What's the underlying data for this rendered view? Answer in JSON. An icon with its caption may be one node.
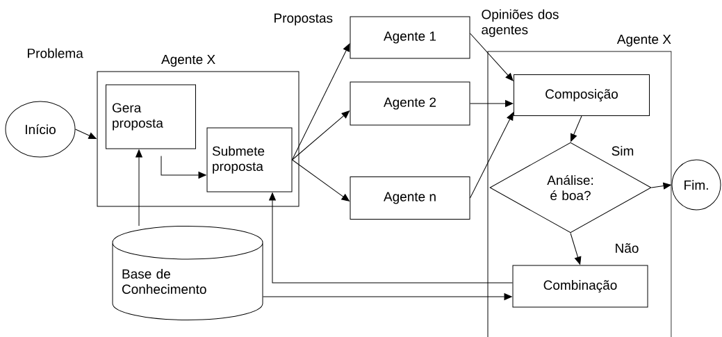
{
  "diagram": {
    "nodes": [
      {
        "text": [
          "Início"
        ]
      },
      {
        "text": [
          "Agente X"
        ]
      },
      {
        "text": [
          "Gera proposta"
        ],
        "in": 1
      },
      {
        "text": [
          "Submete proposta"
        ],
        "in": 1
      },
      {
        "text": [
          "Agente 1"
        ]
      },
      {
        "text": [
          "Agente 2"
        ]
      },
      {
        "text": [
          "Agente n"
        ]
      },
      {
        "text": [
          "Agente X"
        ]
      },
      {
        "text": [
          "Composição"
        ],
        "in": 7
      },
      {
        "text": [
          "Análise: é boa?"
        ],
        "in": 7
      },
      {
        "text": [
          "Combinação"
        ],
        "in": 7
      },
      {
        "text": [
          "Fim."
        ]
      },
      {
        "text": [
          "Base de Conhecimento"
        ]
      }
    ],
    "edges": [
      {
        "from": 0,
        "to": 1,
        "arrow": "to"
      },
      {
        "from": 2,
        "to": 3,
        "arrow": "to"
      },
      {
        "from": 12,
        "to": 2,
        "arrow": "to"
      },
      {
        "from": 3,
        "to": 4,
        "arrow": "to"
      },
      {
        "from": 3,
        "to": 5,
        "arrow": "to"
      },
      {
        "from": 3,
        "to": 6,
        "arrow": "to"
      },
      {
        "from": 4,
        "to": 8,
        "arrow": "to"
      },
      {
        "from": 5,
        "to": 8,
        "arrow": "to"
      },
      {
        "from": 6,
        "to": 8,
        "arrow": "to"
      },
      {
        "from": 8,
        "to": 9,
        "arrow": "to"
      },
      {
        "from": 9,
        "to": 11,
        "arrow": "to",
        "label": "Sim"
      },
      {
        "from": 9,
        "to": 10,
        "arrow": "to",
        "label": "Não"
      },
      {
        "from": 12,
        "to": 10,
        "arrow": "to"
      },
      {
        "from": 10,
        "to": 3,
        "arrow": "to"
      }
    ],
    "labels": [
      "Problema",
      "Propostas",
      "Opiniões dos agentes"
    ]
  }
}
